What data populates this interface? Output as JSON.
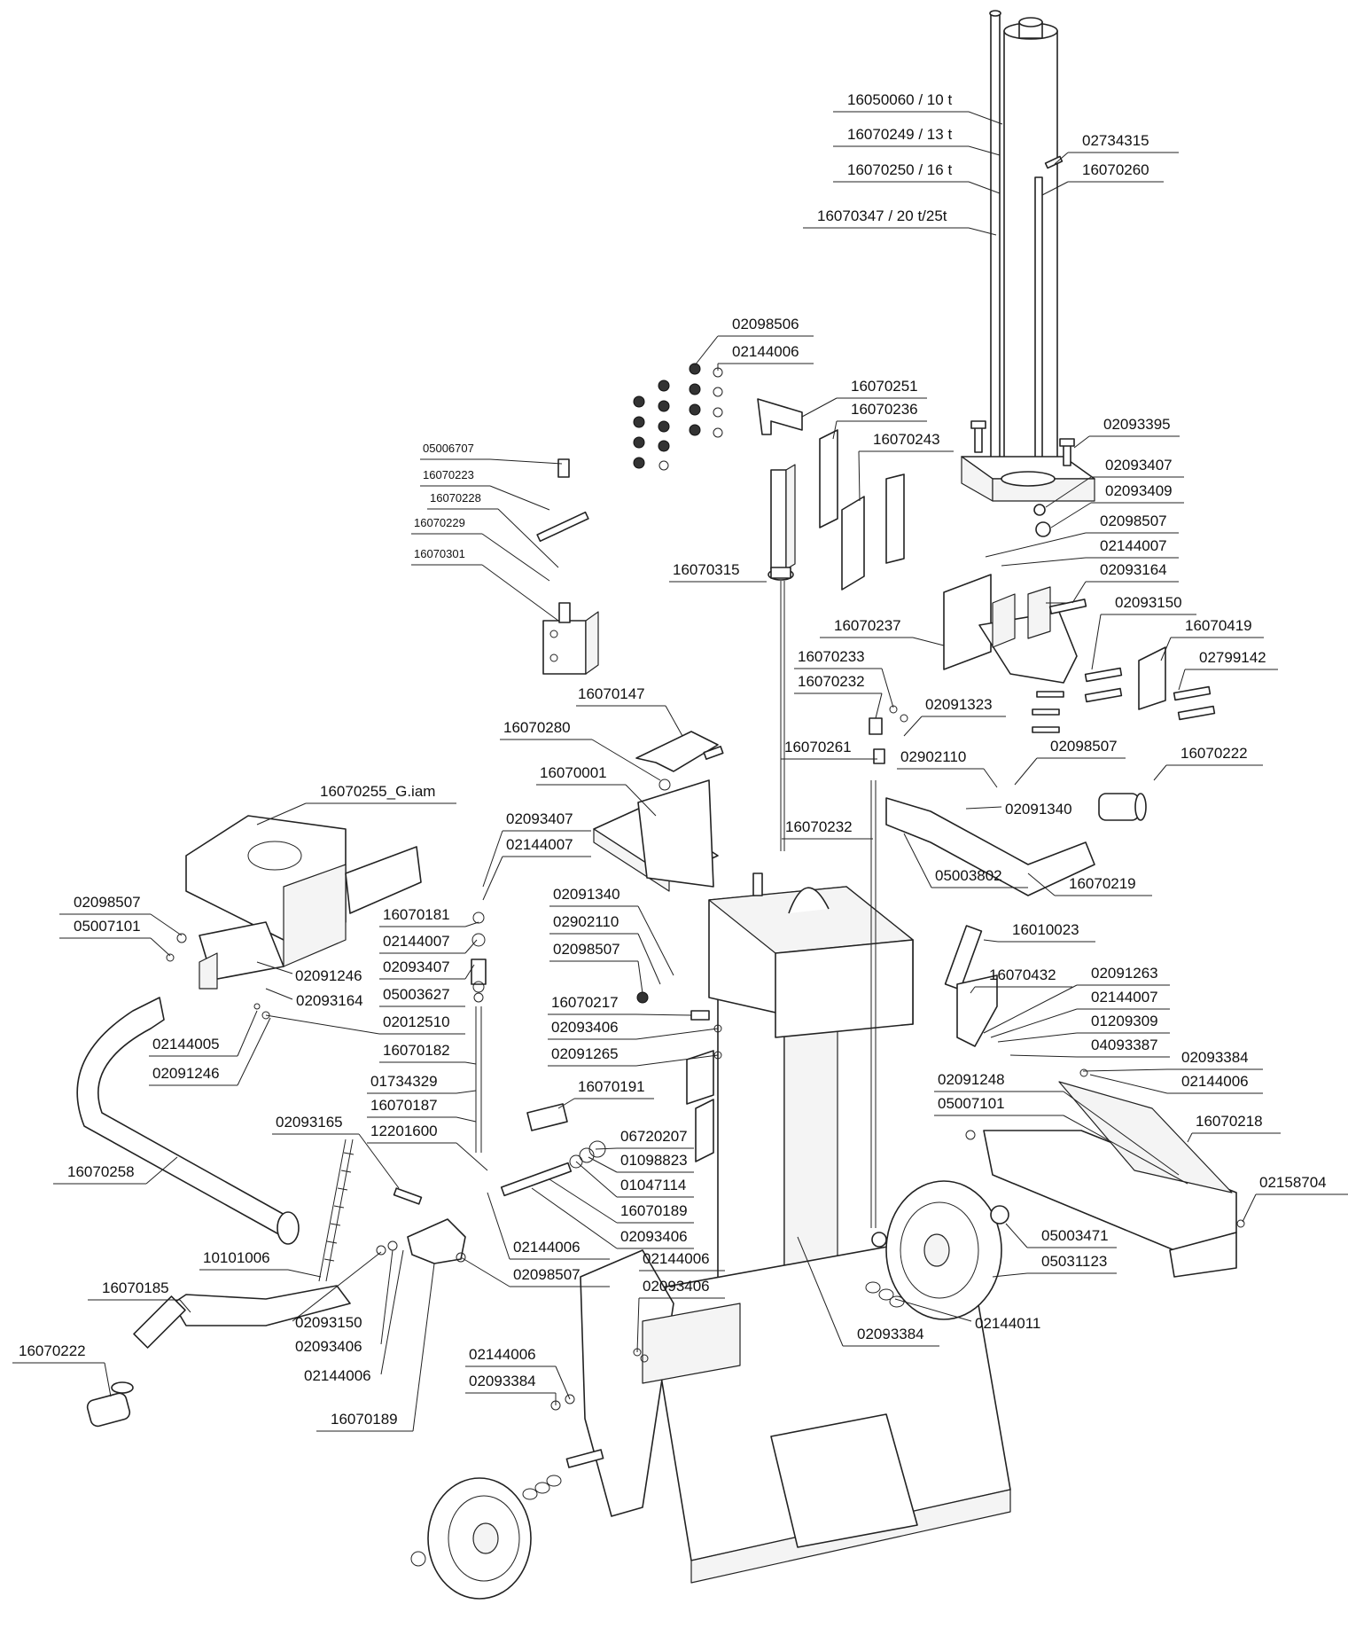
{
  "diagram": {
    "labels": [
      "16050060 / 10 t",
      "16070249 / 13 t",
      "16070250 / 16 t",
      "16070347 / 20 t/25t",
      "02734315",
      "16070260",
      "02098506",
      "02144006",
      "16070251",
      "16070236",
      "16070243",
      "02093395",
      "02093407",
      "02093409",
      "02098507",
      "02144007",
      "02093164",
      "05006707",
      "16070223",
      "16070228",
      "16070229",
      "16070301",
      "16070315",
      "16070237",
      "02093150",
      "16070419",
      "02799142",
      "16070233",
      "16070232",
      "02091323",
      "16070261",
      "02902110",
      "02098507",
      "16070222",
      "02091340",
      "16070147",
      "16070280",
      "16070001",
      "16070232",
      "05003802",
      "16070219",
      "16070255_G.iam",
      "02093407",
      "02144007",
      "02091340",
      "02902110",
      "02098507",
      "16010023",
      "16070432",
      "02098507",
      "05007101",
      "16070181",
      "02144007",
      "02093407",
      "02091246",
      "02093164",
      "05003627",
      "02012510",
      "16070217",
      "02093406",
      "02091265",
      "02091263",
      "02144007",
      "01209309",
      "04093387",
      "02093384",
      "02144006",
      "02144005",
      "02091246",
      "16070182",
      "01734329",
      "16070187",
      "16070191",
      "02091248",
      "05007101",
      "16070218",
      "16070258",
      "02093165",
      "12201600",
      "06720207",
      "01098823",
      "01047114",
      "16070189",
      "02093406",
      "02144006",
      "02098507",
      "02158704",
      "05003471",
      "05031123",
      "10101006",
      "16070185",
      "02093150",
      "02093406",
      "02144006",
      "02144006",
      "02093406",
      "02144011",
      "02093384",
      "16070222",
      "16070189",
      "02144006",
      "02093384"
    ]
  }
}
